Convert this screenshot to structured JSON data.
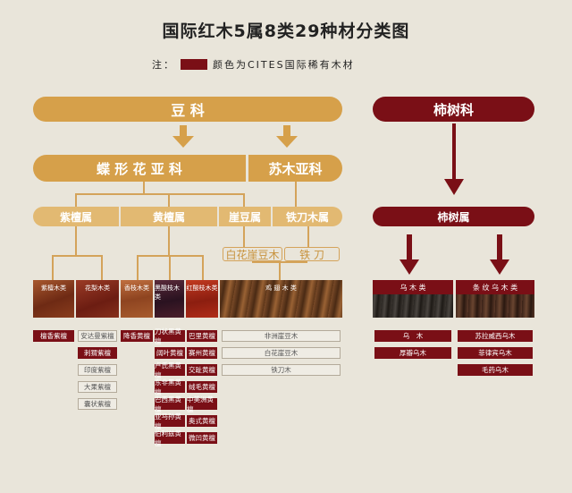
{
  "title": "国际红木5属8类29种材分类图",
  "note": {
    "prefix": "注：",
    "text": "颜色为CITES国际稀有木材",
    "color": "#7a0f16"
  },
  "left": {
    "family": "豆 科",
    "subfamily_1": "蝶 形 花 亚 科",
    "subfamily_2": "苏木亚科",
    "genera": [
      "紫檀属",
      "黄檀属",
      "崖豆属",
      "铁刀木属"
    ],
    "species_out": [
      "白花崖豆木",
      "铁 刀"
    ],
    "classes": [
      "紫檀木类",
      "花梨木类",
      "香枝木类",
      "黑酸枝木类",
      "红酸枝木类",
      "鸡 翅 木 类"
    ],
    "zitan": [
      "檀香紫檀"
    ],
    "huali": [
      "安达曼紫檀",
      "刺猬紫檀",
      "印度紫檀",
      "大果紫檀",
      "囊状紫檀"
    ],
    "xiangzhi": [
      "降香黄檀"
    ],
    "heisuan": [
      "刀状黑黄檀",
      "阔叶黄檀",
      "卢氏黑黄檀",
      "东非黑黄檀",
      "巴西黑黄檀",
      "亚马孙黄檀",
      "伯利兹黄檀"
    ],
    "hongsuan": [
      "巴里黄檀",
      "赛州黄檀",
      "交趾黄檀",
      "绒毛黄檀",
      "中美洲黄檀",
      "奥式黄檀",
      "微凹黄檀"
    ],
    "jichi": [
      "非洲崖豆木",
      "白花崖豆木",
      "铁刀木"
    ]
  },
  "right": {
    "family": "柿树科",
    "genus": "柿树属",
    "classes": [
      "乌 木 类",
      "条 纹 乌 木 类"
    ],
    "wu": [
      "乌　木",
      "厚瓣乌木"
    ],
    "tiaowen": [
      "苏拉威西乌木",
      "菲律宾乌木",
      "毛药乌木"
    ]
  }
}
